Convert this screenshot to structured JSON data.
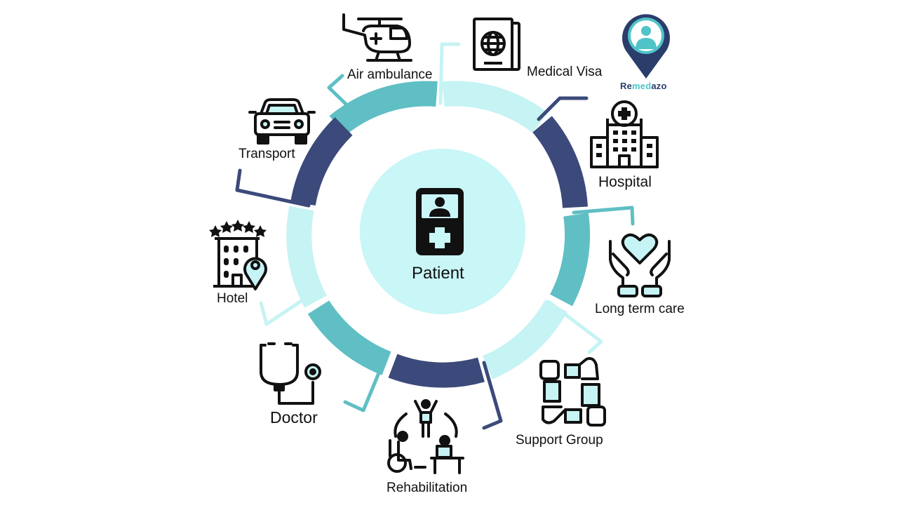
{
  "center": {
    "label": "Patient",
    "icon": "patient-card-icon"
  },
  "brand": {
    "part1": "Re",
    "part2": "med",
    "part3": "azo",
    "icon": "doctor-location-pin-icon"
  },
  "colors": {
    "navy": "#3b4a7a",
    "teal": "#5fbfc4",
    "light_teal": "#c6f3f3",
    "center_fill": "#c9f6f6",
    "icon_dark": "#111111",
    "icon_accent": "#c6f3f3"
  },
  "services": [
    {
      "id": "air-ambulance",
      "label": "Air ambulance",
      "icon": "helicopter-icon"
    },
    {
      "id": "medical-visa",
      "label": "Medical Visa",
      "icon": "passport-icon"
    },
    {
      "id": "hospital",
      "label": "Hospital",
      "icon": "hospital-icon"
    },
    {
      "id": "long-term-care",
      "label": "Long term care",
      "icon": "hands-heart-icon"
    },
    {
      "id": "support-group",
      "label": "Support Group",
      "icon": "joined-hands-icon"
    },
    {
      "id": "rehabilitation",
      "label": "Rehabilitation",
      "icon": "rehabilitation-icon"
    },
    {
      "id": "doctor",
      "label": "Doctor",
      "icon": "stethoscope-icon"
    },
    {
      "id": "hotel",
      "label": "Hotel",
      "icon": "hotel-icon"
    },
    {
      "id": "transport",
      "label": "Transport",
      "icon": "car-icon"
    }
  ]
}
